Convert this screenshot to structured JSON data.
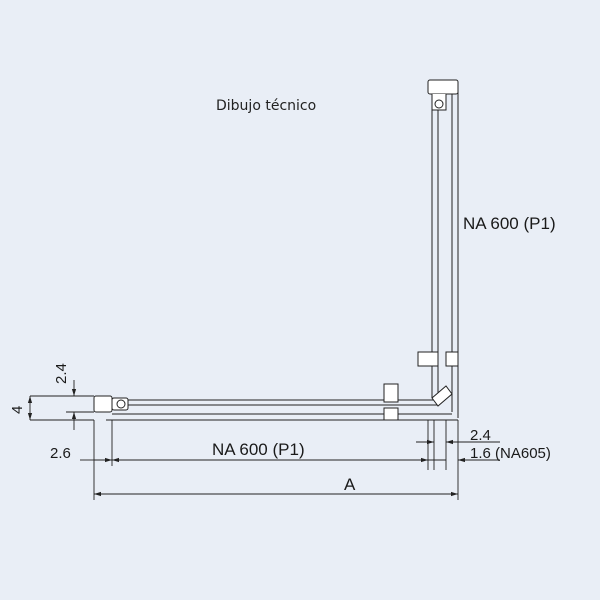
{
  "drawing": {
    "title": "Dibujo técnico",
    "labels": {
      "vertical_panel": "NA 600 (P1)",
      "horizontal_panel": "NA 600 (P1)",
      "overall_width": "A",
      "left_offset": "2.6",
      "right_top_offset": "2.4",
      "right_bottom_offset": "1.6 (NA605)",
      "left_height_upper": "2.4",
      "left_height": "4"
    },
    "colors": {
      "background": "#e9eef6",
      "line": "#222222"
    }
  }
}
